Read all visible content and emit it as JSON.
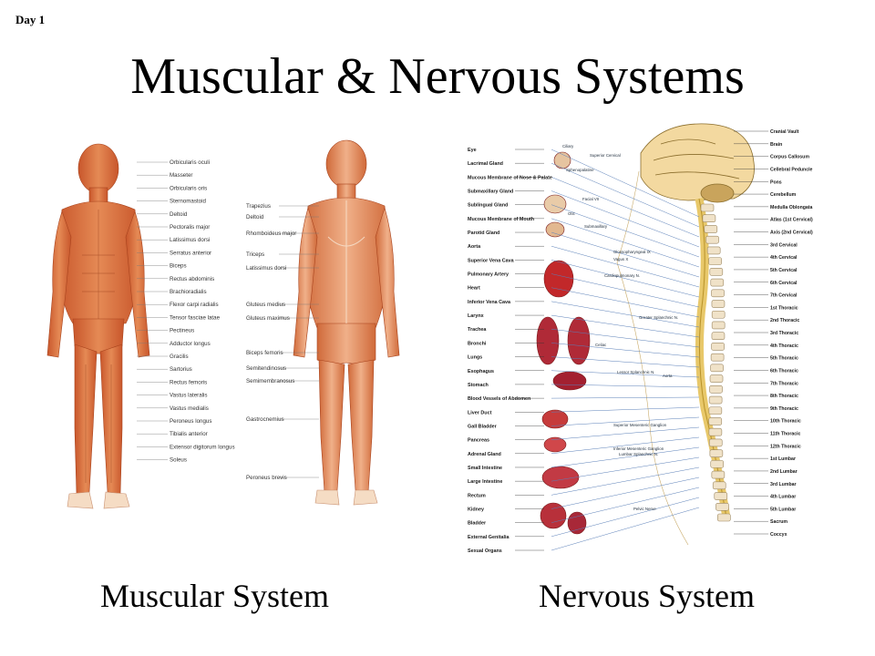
{
  "slide": {
    "day_label": "Day 1",
    "title": "Muscular & Nervous Systems"
  },
  "muscular": {
    "caption": "Muscular System",
    "front_labels": [
      "Orbicularis oculi",
      "Masseter",
      "Orbicularis oris",
      "Sternomastoid",
      "Deltoid",
      "Pectoralis major",
      "Latissimus dorsi",
      "Serratus anterior",
      "Biceps",
      "Rectus abdominis",
      "Brachioradialis",
      "Flexor carpi radialis",
      "Tensor fasciae latae",
      "Pectineus",
      "Adductor longus",
      "Gracilis",
      "Sartorius",
      "Rectus femoris",
      "Vastus lateralis",
      "Vastus medialis",
      "Peroneus longus",
      "Tibialis anterior",
      "Extensor digitorum longus",
      "Soleus"
    ],
    "back_labels": [
      "Trapezius",
      "Deltoid",
      "Rhomboideus major",
      "Triceps",
      "Latissimus dorsi",
      "Gluteus medius",
      "Gluteus maximus",
      "Biceps femoris",
      "Semitendinosus",
      "Semimembranosus",
      "Gastrocnemius",
      "Peroneus brevis"
    ]
  },
  "nervous": {
    "caption": "Nervous System",
    "left_labels": [
      "Eye",
      "Lacrimal Gland",
      "Mucous Membrane of Nose & Palate",
      "Submaxillary Gland",
      "Sublingual Gland",
      "Mucous Membrane of Mouth",
      "Parotid Gland",
      "Aorta",
      "Superior Vena Cava",
      "Pulmonary Artery",
      "Heart",
      "Inferior Vena Cava",
      "Larynx",
      "Trachea",
      "Bronchi",
      "Lungs",
      "Esophagus",
      "Stomach",
      "Blood Vessels of Abdomen",
      "Liver Duct",
      "Gall Bladder",
      "Pancreas",
      "Adrenal Gland",
      "Small Intestine",
      "Large Intestine",
      "Rectum",
      "Kidney",
      "Bladder",
      "External Genitalia",
      "Sexual Organs"
    ],
    "right_labels": [
      "Cranial Vault",
      "Brain",
      "Corpus Callosum",
      "Cellebral Peduncle",
      "Pons",
      "Cerebellum",
      "Medulla Oblongata",
      "Atlas (1st Cervical)",
      "Axis (2nd Cervical)",
      "3rd Cervical",
      "4th Cervical",
      "5th Cervical",
      "6th Cervical",
      "7th Cervical",
      "1st Thoracic",
      "2nd Thoracic",
      "3rd Thoracic",
      "4th Thoracic",
      "5th Thoracic",
      "6th Thoracic",
      "7th Thoracic",
      "8th Thoracic",
      "9th Thoracic",
      "10th Thoracic",
      "11th Thoracic",
      "12th Thoracic",
      "1st Lumbar",
      "2nd Lumbar",
      "3rd Lumbar",
      "4th Lumbar",
      "5th Lumbar",
      "Sacrum",
      "Coccyx"
    ],
    "inner_labels": [
      "Ciliary",
      "Superior Cervical",
      "Sphenopalatine",
      "Facial VII",
      "Otic",
      "Submaxillary",
      "Glossopharyngeal IX",
      "Vagus X",
      "Cardiopulmonary N.",
      "Greater Splanchnic N.",
      "Celiac",
      "Lessor Splanchnic N.",
      "Aorta",
      "Superior Mesenteric Ganglion",
      "Inferior Mesenteric Ganglion",
      "Lumbar Splanchnic N.",
      "Pelvic Nerve"
    ]
  }
}
